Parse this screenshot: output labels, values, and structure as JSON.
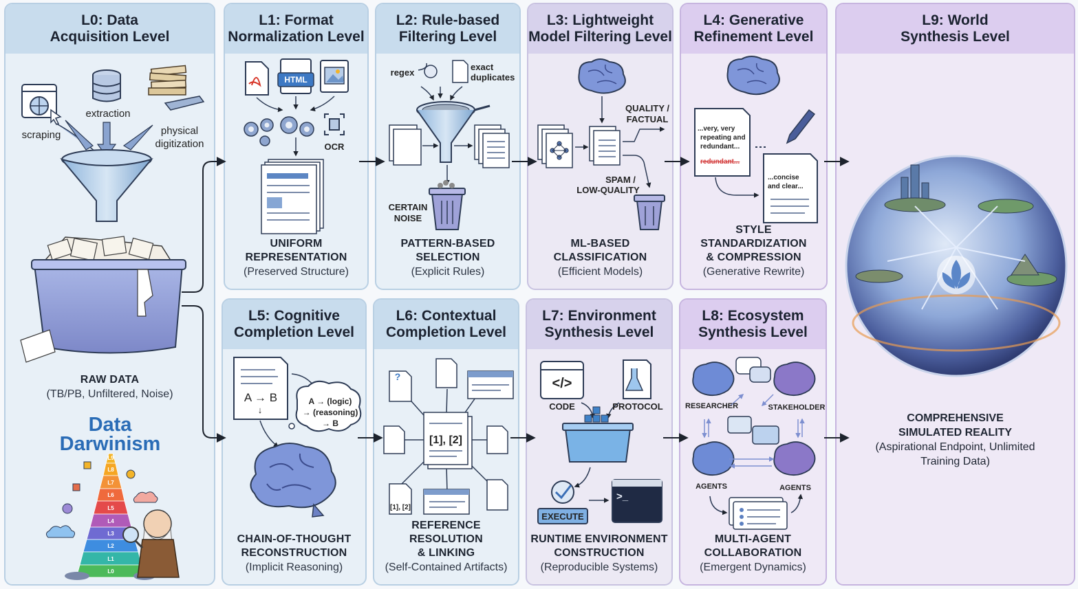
{
  "panels": {
    "l0": {
      "title1": "L0: Data",
      "title2": "Acquisition Level",
      "foot1": "RAW DATA",
      "sub": "(TB/PB, Unfiltered, Noise)",
      "labels": {
        "scraping": "scraping",
        "extraction": "extraction",
        "physical": "physical",
        "digitization": "digitization"
      },
      "brand1": "Data",
      "brand2": "Darwinism",
      "pyramid": [
        "L9",
        "L8",
        "L7",
        "L6",
        "L5",
        "L4",
        "L3",
        "L2",
        "L1",
        "L0"
      ]
    },
    "l1": {
      "title1": "L1: Format",
      "title2": "Normalization Level",
      "foot1": "UNIFORM",
      "foot2": "REPRESENTATION",
      "sub": "(Preserved Structure)",
      "labels": {
        "html": "HTML",
        "ocr": "OCR"
      }
    },
    "l2": {
      "title1": "L2: Rule-based",
      "title2": "Filtering Level",
      "foot1": "PATTERN-BASED",
      "foot2": "SELECTION",
      "sub": "(Explicit Rules)",
      "labels": {
        "regex": "regex",
        "exact": "exact",
        "duplicates": "duplicates",
        "certain": "CERTAIN",
        "noise": "NOISE"
      }
    },
    "l3": {
      "title1": "L3: Lightweight",
      "title2": "Model Filtering Level",
      "foot1": "ML-BASED",
      "foot2": "CLASSIFICATION",
      "sub": "(Efficient Models)",
      "labels": {
        "quality": "QUALITY /",
        "factual": "FACTUAL",
        "spam": "SPAM /",
        "lowq": "LOW-QUALITY"
      }
    },
    "l4": {
      "title1": "L4: Generative",
      "title2": "Refinement Level",
      "foot1": "STYLE STANDARDIZATION",
      "foot2": "& COMPRESSION",
      "sub": "(Generative Rewrite)",
      "labels": {
        "verbose1": "...very, very",
        "verbose2": "repeating and",
        "verbose3": "redundant...",
        "struck": "redundant...",
        "concise1": "...concise",
        "concise2": "and clear..."
      }
    },
    "l5": {
      "title1": "L5: Cognitive",
      "title2": "Completion Level",
      "foot1": "CHAIN-OF-THOUGHT",
      "foot2": "RECONSTRUCTION",
      "sub": "(Implicit Reasoning)",
      "labels": {
        "ab": "A → B",
        "down": "↓",
        "c1": "A → (logic)",
        "c2": "→ (reasoning)",
        "c3": "→ B"
      }
    },
    "l6": {
      "title1": "L6: Contextual",
      "title2": "Completion Level",
      "foot1": "REFERENCE RESOLUTION",
      "foot2": "& LINKING",
      "sub": "(Self-Contained Artifacts)",
      "labels": {
        "refs": "[1], [2]",
        "refs_small": "[1], [2]",
        "q": "?"
      }
    },
    "l7": {
      "title1": "L7: Environment",
      "title2": "Synthesis Level",
      "foot1": "RUNTIME ENVIRONMENT",
      "foot2": "CONSTRUCTION",
      "sub": "(Reproducible Systems)",
      "labels": {
        "code": "CODE",
        "protocol": "PROTOCOL",
        "execute": "EXECUTE",
        "code_icon": "</>",
        "prompt": ">_"
      }
    },
    "l8": {
      "title1": "L8: Ecosystem",
      "title2": "Synthesis Level",
      "foot1": "MULTI-AGENT",
      "foot2": "COLLABORATION",
      "sub": "(Emergent Dynamics)",
      "labels": {
        "researcher": "RESEARCHER",
        "stakeholder": "STAKEHOLDER",
        "agents_l": "AGENTS",
        "agents_r": "AGENTS"
      }
    },
    "l9": {
      "title1": "L9: World",
      "title2": "Synthesis Level",
      "foot1": "COMPREHENSIVE",
      "foot2": "SIMULATED REALITY",
      "sub1": "(Aspirational Endpoint, Unlimited",
      "sub2": "Training Data)"
    }
  },
  "colors": {
    "blue_head": "#c8dced",
    "violet_head": "#d7d2ec",
    "purple_head": "#dccdef",
    "brain": "#7b8fd6",
    "trash": "#8e8cc9",
    "accent": "#2a6cb6"
  }
}
